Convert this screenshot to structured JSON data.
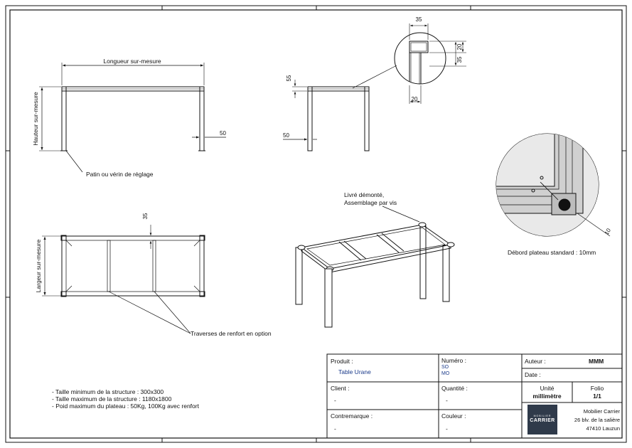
{
  "views": {
    "front": {
      "length_label": "Longueur sur-mesure",
      "height_label": "Hauteur sur-mesure",
      "leg_width": "50",
      "foot_note": "Patin ou vérin de réglage"
    },
    "side": {
      "top_height": "55",
      "leg_width": "50",
      "detail_width": "35",
      "detail_h1": "20",
      "detail_h2": "35",
      "detail_bottom": "20"
    },
    "top": {
      "width_label": "Largeur sur-mesure",
      "rail_width": "35",
      "crossbar_note": "Traverses de renfort en option"
    },
    "iso": {
      "assembly_note_1": "Livré démonté,",
      "assembly_note_2": "Assemblage par vis"
    },
    "corner_detail": {
      "dim": "10",
      "caption": "Débord plateau standard : 10mm"
    }
  },
  "notes": [
    "- Taille minimum de la structure : 300x300",
    "- Taille maximum de la structure : 1180x1800",
    "- Poid maximum du plateau : 50Kg, 100Kg avec renfort"
  ],
  "title_block": {
    "product_label": "Produit :",
    "product_value": "Table Urane",
    "number_label": "Numéro :",
    "number_values": [
      "SO",
      "MO"
    ],
    "author_label": "Auteur :",
    "author_value": "MMM",
    "date_label": "Date :",
    "client_label": "Client :",
    "client_value": "-",
    "quantity_label": "Quantité :",
    "quantity_value": "-",
    "unit_label": "Unité",
    "unit_value": "millimètre",
    "folio_label": "Folio",
    "folio_value": "1/1",
    "contremarque_label": "Contremarque :",
    "contremarque_value": "-",
    "color_label": "Couleur :",
    "color_value": "-",
    "logo_small": "MOBILIER",
    "logo_big": "CARRIER",
    "company_name": "Mobilier Carrier",
    "company_address": "26 blv. de la salière",
    "company_city": "47410 Lauzun"
  },
  "colors": {
    "line": "#1a1a1a",
    "accent_text": "#1a3a8a",
    "logo_bg": "#2f3a4a"
  }
}
